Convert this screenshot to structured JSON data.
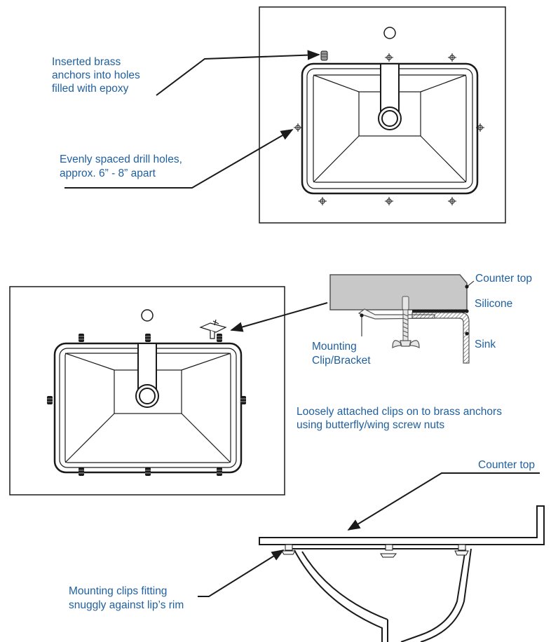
{
  "colors": {
    "ink": "#1a1a1a",
    "label": "#1f5f9e",
    "counter": "#c8c8c8"
  },
  "top_panel": {
    "annotation_anchors": [
      "Inserted brass",
      "anchors into holes",
      "filled with epoxy"
    ],
    "annotation_holes": [
      "Evenly spaced drill holes,",
      "approx. 6” - 8” apart"
    ]
  },
  "middle_panel": {
    "detail_labels": {
      "counter_top": "Counter top",
      "silicone": "Silicone",
      "sink": "Sink",
      "clip": [
        "Mounting",
        "Clip/Bracket"
      ]
    },
    "annotation_clips": [
      "Loosely attached clips on to brass anchors",
      "using butterfly/wing screw nuts"
    ]
  },
  "bottom_panel": {
    "counter_top": "Counter top",
    "annotation_rim": [
      "Mounting clips fitting",
      "snuggly against lip’s rim"
    ]
  }
}
